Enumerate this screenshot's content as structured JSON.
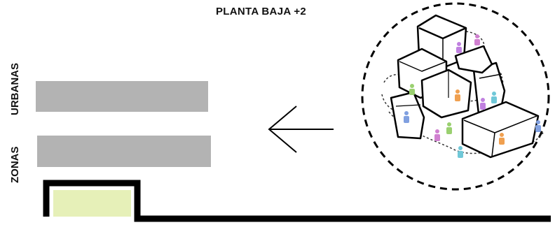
{
  "header": {
    "title": "PLANTA BAJA +2"
  },
  "side_labels": {
    "urbanas": "URBANAS",
    "zonas": "ZONAS"
  },
  "colors": {
    "bar_gray": "#b3b3b3",
    "green_fill": "#e6f0b8",
    "person_colors": [
      "#c080e0",
      "#9ad070",
      "#f0a050",
      "#70c8d8",
      "#80a0e0",
      "#d080d0"
    ]
  },
  "icons": {
    "arrow": "arrow-left-icon",
    "people": "person-icon"
  }
}
